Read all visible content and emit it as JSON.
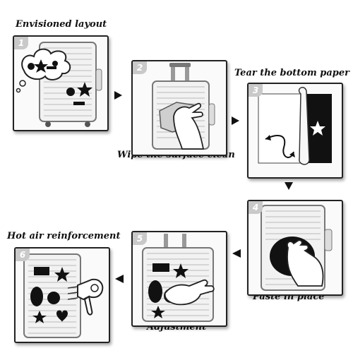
{
  "steps": [
    {
      "number": "1",
      "caption": "Envisioned layout"
    },
    {
      "number": "2",
      "caption": "Wipe the surface clean"
    },
    {
      "number": "3",
      "caption": "Tear the bottom paper"
    },
    {
      "number": "4",
      "caption": "Paste in place"
    },
    {
      "number": "5",
      "caption": "Adjustment"
    },
    {
      "number": "6",
      "caption": "Hot air reinforcement"
    }
  ],
  "icons": {
    "arrow": "black-triangle-arrow",
    "hand": "hand-icon",
    "dryer": "hair-dryer-icon"
  }
}
